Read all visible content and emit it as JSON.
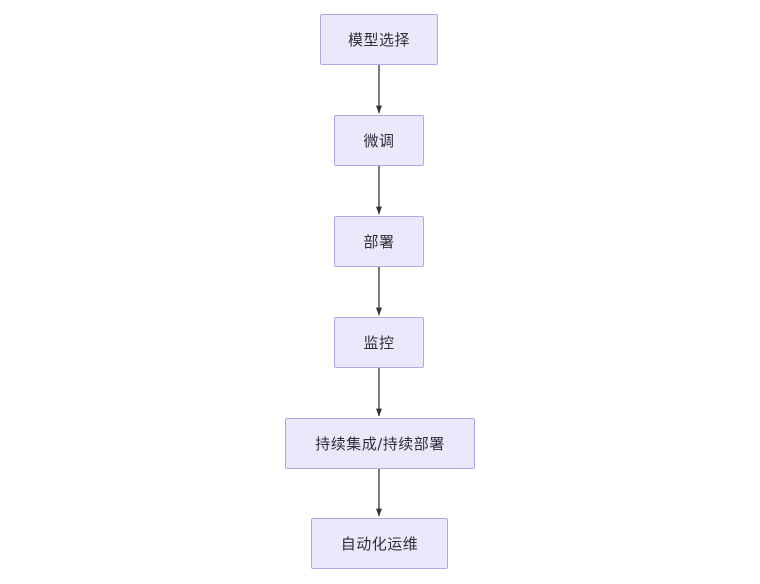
{
  "diagram": {
    "type": "flowchart",
    "direction": "top-to-bottom",
    "title": "",
    "background_color": "#ffffff",
    "node_fill_color": "#ece8fb",
    "node_border_color": "#b3a6e8",
    "node_text_color": "#2e2e35",
    "edge_color": "#333333",
    "nodes": [
      {
        "id": "n0",
        "label": "模型选择"
      },
      {
        "id": "n1",
        "label": "微调"
      },
      {
        "id": "n2",
        "label": "部署"
      },
      {
        "id": "n3",
        "label": "监控"
      },
      {
        "id": "n4",
        "label": "持续集成/持续部署"
      },
      {
        "id": "n5",
        "label": "自动化运维"
      }
    ],
    "edges": [
      {
        "from": "n0",
        "to": "n1",
        "label": "",
        "arrow": "end"
      },
      {
        "from": "n1",
        "to": "n2",
        "label": "",
        "arrow": "end"
      },
      {
        "from": "n2",
        "to": "n3",
        "label": "",
        "arrow": "end"
      },
      {
        "from": "n3",
        "to": "n4",
        "label": "",
        "arrow": "end"
      },
      {
        "from": "n4",
        "to": "n5",
        "label": "",
        "arrow": "end"
      }
    ]
  }
}
